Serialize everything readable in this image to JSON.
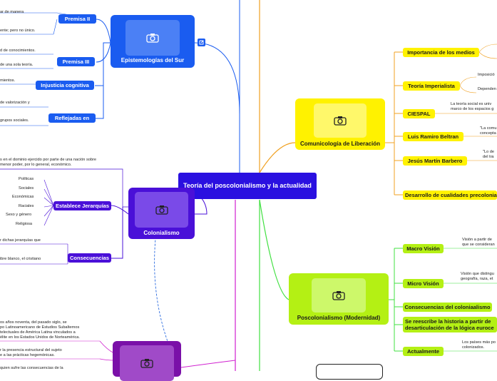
{
  "central": {
    "title": "Teoría del poscolonialismo y la actualidad"
  },
  "epistemologias": {
    "title": "Epistemologías del Sur",
    "premisa2": "Premisa II",
    "premisa3": "Premisa III",
    "injusticia": "Injusticia cognitiva",
    "reflejadas": "Reflejadas en",
    "notes": [
      "ar de manera",
      "ente; pero no único.",
      "d de conocimientos.",
      "de una sola teoría.",
      "mientos.",
      "de valorización y",
      "grupos sociales."
    ]
  },
  "colonialismo": {
    "title": "Colonialismo",
    "intro": [
      "s en el dominio ejercido por parte de una nación sobre",
      "menor poder, por lo general, económico."
    ],
    "establece": "Establece Jerarquías",
    "jerarquias": [
      "Políticas",
      "Sociales",
      "Económicas",
      "Raciales",
      "Sexo y género",
      "Religiosa"
    ],
    "consecuencias": "Consecuencias",
    "cons_notes": [
      "r dichas jerarquías que",
      "ibre blanco, el cristiano"
    ]
  },
  "subalternos": {
    "notes": [
      "os años noventa, del pasado siglo, se",
      "po Latinoamericano de Estudios Subalternos",
      "telectuales de América Latina vinculados a",
      "élite en los Estados Unidos de Norteamérica.",
      "r la presencia estructural del sujeto",
      "e a las prácticas hegemónicas.",
      "quien sufre las consecuencias de la"
    ]
  },
  "comunicologia": {
    "title": "Comunicología de Liberación",
    "items": [
      "Importancia de los medios",
      "Teoría Imperialista",
      "CIESPAL",
      "Luis Ramiro Beltran",
      "Jesús Martín Barbero",
      "Desarrollo de cualidades precolonia"
    ],
    "imperialista_leaves": [
      "Imposició",
      "Dependen"
    ],
    "ciespal_note": [
      "La teoría social es univ",
      "marco de los espacios g"
    ],
    "beltran_note": [
      "\"La comu",
      "concepta"
    ],
    "barbero_note": [
      "\"Lo de",
      "del tra"
    ]
  },
  "poscolonialismo": {
    "title": "Poscolonialismo (Modernidad)",
    "items": [
      "Macro Visión",
      "Micro Visión",
      "Consecuencias del coloniaalismo",
      "Se reescribe la historia a partir de",
      "desarticulación de la lógica euroce",
      "Actualmente"
    ],
    "macro_note": [
      "Visión a partir de",
      "que se consideran"
    ],
    "micro_note": [
      "Visión que distingu",
      "geografía, raza, et"
    ],
    "actual_note": [
      "Los países más po",
      "colonizados."
    ]
  },
  "colors": {
    "blue": "#1a5cf0",
    "purple": "#4a10d8",
    "yellow": "#fff200",
    "lime": "#b4f014",
    "magenta": "#d020d0",
    "orange": "#f0a020",
    "green": "#40e040"
  }
}
